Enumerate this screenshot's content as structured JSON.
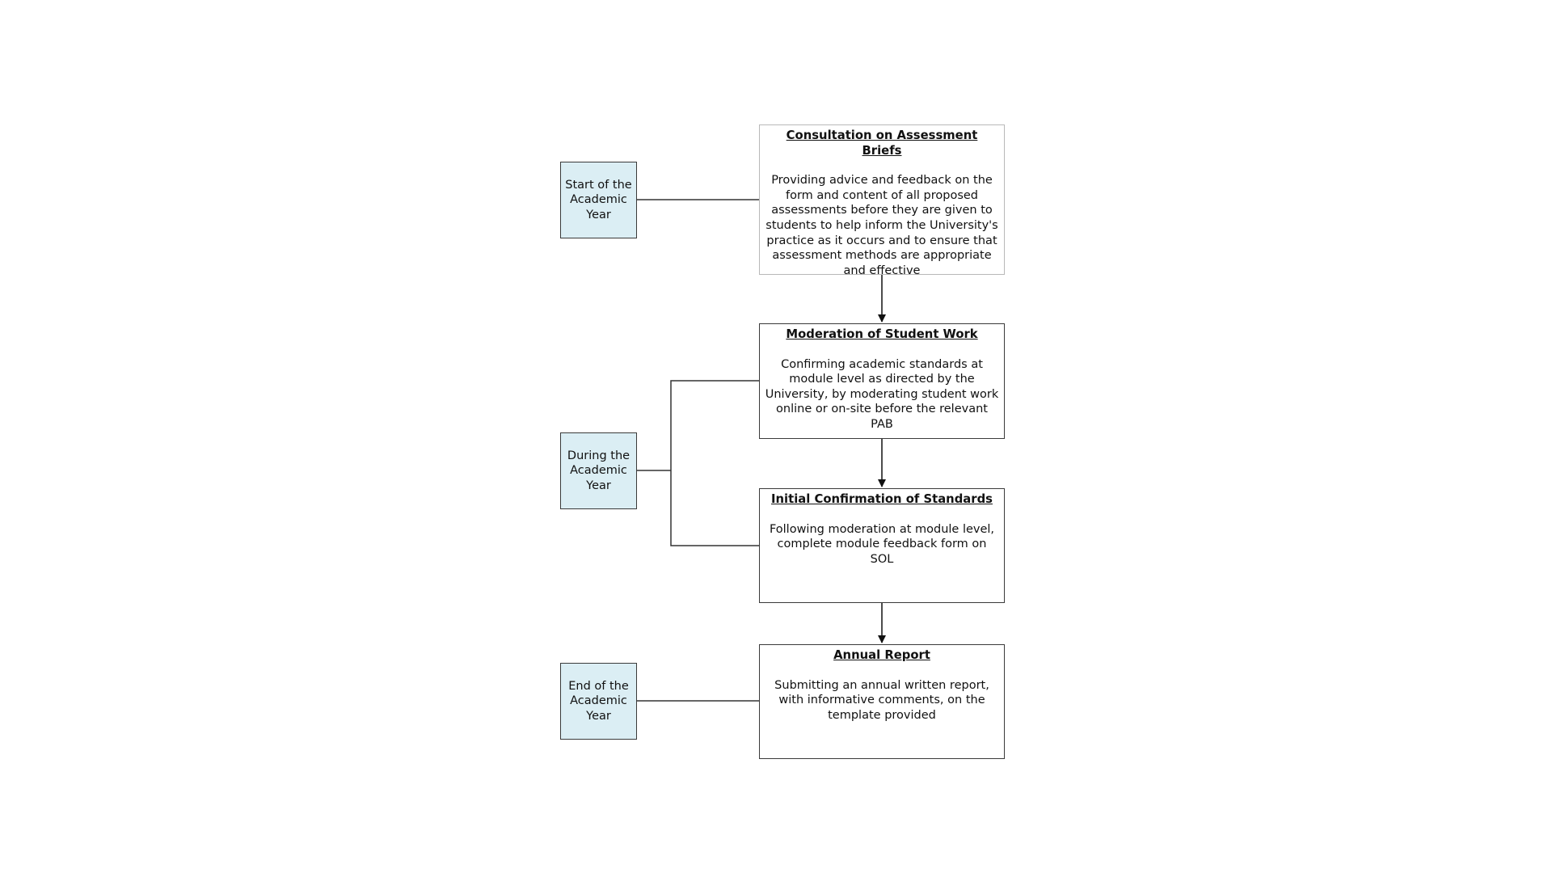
{
  "periods": {
    "start": "Start of the Academic Year",
    "during": "During the Academic Year",
    "end": "End of the Academic Year"
  },
  "steps": [
    {
      "title": "Consultation on Assessment Briefs",
      "description": "Providing advice and feedback on the form and content of all proposed assessments before they are given to students to help inform the University's practice as it occurs and to ensure that assessment methods are appropriate and effective"
    },
    {
      "title": "Moderation of Student Work",
      "description": "Confirming academic standards at module level as directed by the University, by moderating student work online or on-site before the relevant PAB"
    },
    {
      "title": "Initial Confirmation of Standards",
      "description": "Following moderation at module level, complete module feedback form on SOL"
    },
    {
      "title": "Annual Report",
      "description": "Submitting an annual written report, with informative comments, on the template provided"
    }
  ],
  "colors": {
    "period_fill": "#dbeef4",
    "border": "#3a3a3a",
    "light_border": "#b8b8b8"
  }
}
